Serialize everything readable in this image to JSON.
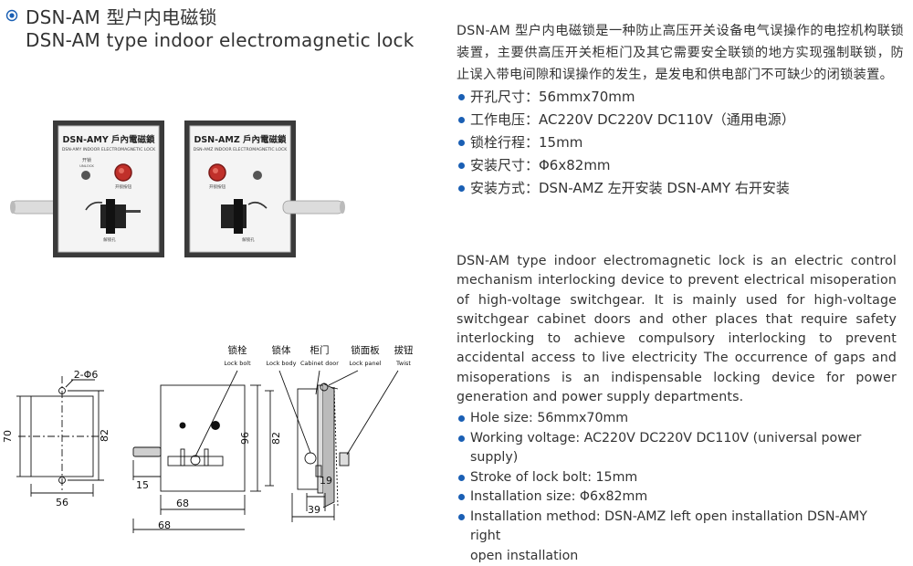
{
  "header": {
    "title_cn": "DSN-AM 型户内电磁锁",
    "title_en": "DSN-AM type indoor electromagnetic lock",
    "accent_color": "#1a5fb4"
  },
  "photo": {
    "left_unit": {
      "title": "DSN-AMY 戶內電磁鎖",
      "subtitle": "DSN-AMY INDOOR ELECTROMAGNETIC LOCK",
      "label_unlock_cn": "开锁",
      "label_unlock_en": "UNLOCK",
      "label_button": "开锁按钮",
      "label_lock": "解锁孔"
    },
    "right_unit": {
      "title": "DSN-AMZ 戶內電磁鎖",
      "subtitle": "DSN-AMZ INDOOR ELECTROMAGNETIC LOCK",
      "label_button": "开锁按钮",
      "label_lock": "解锁孔"
    }
  },
  "drawing": {
    "hole_label": "2-Φ6",
    "dim_70": "70",
    "dim_82_left": "82",
    "dim_56": "56",
    "dim_96": "96",
    "dim_82_mid": "82",
    "dim_15": "15",
    "dim_68_a": "68",
    "dim_68_b": "68",
    "dim_19": "19",
    "dim_39": "39",
    "parts": [
      {
        "cn": "锁栓",
        "en": "Lock bolt"
      },
      {
        "cn": "锁体",
        "en": "Lock body"
      },
      {
        "cn": "柜门",
        "en": "Cabinet door"
      },
      {
        "cn": "锁面板",
        "en": "Lock panel"
      },
      {
        "cn": "拔钮",
        "en": "Twist"
      }
    ]
  },
  "description_cn": "DSN-AM 型户内电磁锁是一种防止高压开关设备电气误操作的电控机构联锁装置，主要供高压开关柜柜门及其它需要安全联锁的地方实现强制联锁，防止误入带电间隙和误操作的发生，是发电和供电部门不可缺少的闭锁装置。",
  "specs_cn": [
    "开孔尺寸：56mmx70mm",
    "工作电压：AC220V DC220V DC110V（通用电源）",
    "锁栓行程：15mm",
    "安装尺寸：Φ6x82mm",
    "安装方式：DSN-AMZ 左开安装 DSN-AMY 右开安装"
  ],
  "description_en": "DSN-AM type indoor electromagnetic lock is an electric control mechanism interlocking device to prevent electrical misoperation of high-voltage switchgear. It is mainly used for high-voltage switchgear cabinet doors and other places that require safety interlocking to achieve compulsory interlocking to prevent accidental access to live electricity The occurrence of gaps and misoperations is an indispensable locking device for power generation and power supply departments.",
  "specs_en": [
    "Hole size: 56mmx70mm",
    "Working voltage: AC220V DC220V DC110V (universal power supply)",
    "Stroke of lock bolt: 15mm",
    "Installation size: Φ6x82mm",
    "Installation method: DSN-AMZ left open installation DSN-AMY right"
  ],
  "specs_en_continuation": "open installation"
}
